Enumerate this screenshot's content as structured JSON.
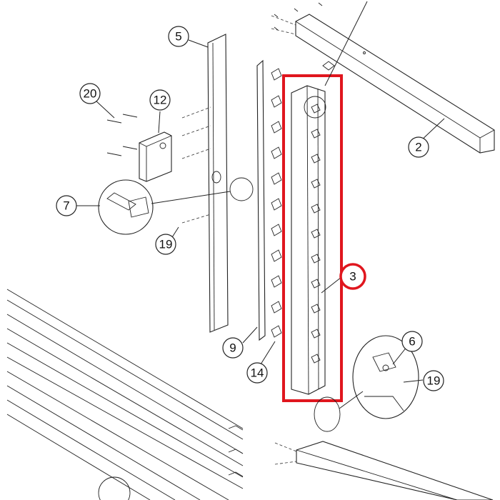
{
  "diagram": {
    "callouts": {
      "c2": "2",
      "c3": "3",
      "c5": "5",
      "c6": "6",
      "c7": "7",
      "c9": "9",
      "c12": "12",
      "c14": "14",
      "c19a": "19",
      "c19b": "19",
      "c20": "20"
    },
    "highlight_color": "#e0161e"
  }
}
